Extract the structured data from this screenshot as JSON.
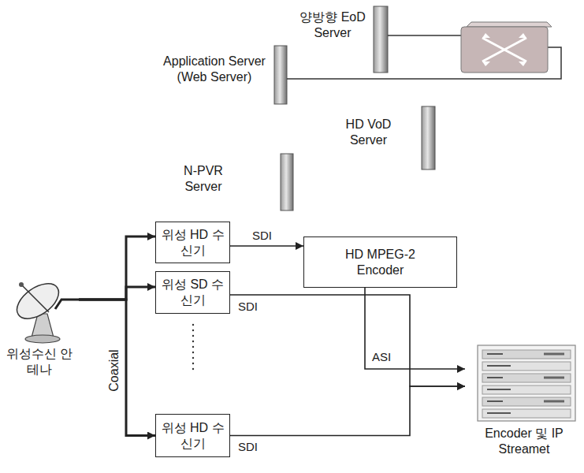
{
  "diagram": {
    "nodes": [
      {
        "text": [
          "위성수신 안테나"
        ]
      },
      {
        "text": [
          "위성 HD 수신기"
        ]
      },
      {
        "text": [
          "HD MPEG-2 Encoder"
        ]
      },
      {
        "text": [
          "위성 SD 수신기"
        ]
      },
      {
        "text": [
          "위성 HD 수신기"
        ]
      },
      {
        "text": [
          "Encoder 및 IP Streamet"
        ]
      }
    ],
    "edges": [
      {
        "from": 0,
        "to": 1,
        "arrow": "to"
      },
      {
        "from": 0,
        "to": 3,
        "arrow": "to"
      },
      {
        "from": 0,
        "to": 4,
        "arrow": "to"
      },
      {
        "from": 1,
        "to": 2,
        "label": "SDI",
        "arrow": "to"
      },
      {
        "from": 2,
        "to": 5,
        "label": "ASI",
        "arrow": "to"
      },
      {
        "from": 3,
        "to": 5,
        "label": "SDI",
        "arrow": "to"
      },
      {
        "from": 4,
        "to": 5,
        "label": "SDI",
        "arrow": "to"
      }
    ],
    "labels": [
      "양방향 EoD Server",
      "Application Server (Web Server)",
      "HD VoD Server",
      "N-PVR Server",
      "Coaxial"
    ]
  }
}
